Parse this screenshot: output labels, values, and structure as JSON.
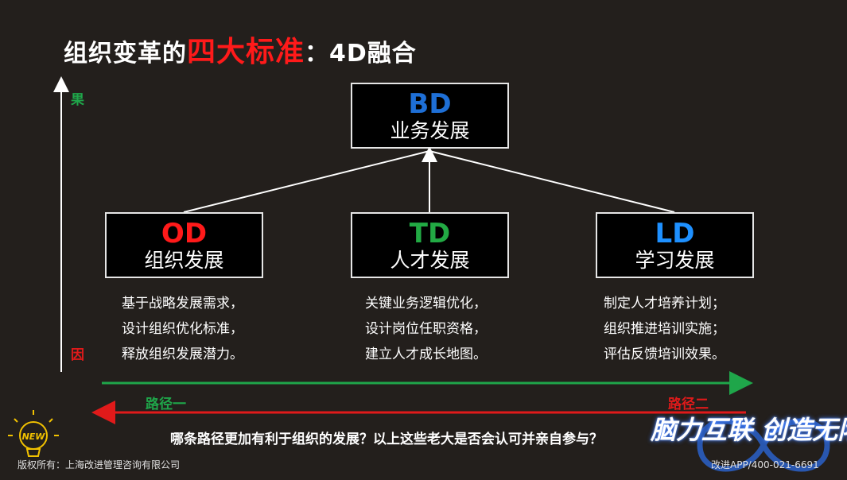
{
  "title": {
    "prefix": "组织变革的",
    "highlight": "四大标准",
    "suffix": "：4D融合"
  },
  "axis": {
    "top_label": "果",
    "bottom_label": "因"
  },
  "boxes": {
    "bd": {
      "code": "BD",
      "name": "业务发展",
      "color": "#1e6fd6"
    },
    "od": {
      "code": "OD",
      "name": "组织发展",
      "color": "#ff1a1a"
    },
    "td": {
      "code": "TD",
      "name": "人才发展",
      "color": "#22aa44"
    },
    "ld": {
      "code": "LD",
      "name": "学习发展",
      "color": "#1e90ff"
    }
  },
  "descriptions": {
    "od": [
      "基于战略发展需求，",
      "设计组织优化标准，",
      "释放组织发展潜力。"
    ],
    "td": [
      "关键业务逻辑优化，",
      "设计岗位任职资格，",
      "建立人才成长地图。"
    ],
    "ld": [
      "制定人才培养计划；",
      "组织推进培训实施；",
      "评估反馈培训效果。"
    ]
  },
  "paths": {
    "path1": {
      "label": "路径一",
      "color": "#1fa64a"
    },
    "path2": {
      "label": "路径二",
      "color": "#e01a1a"
    }
  },
  "question": "哪条路径更加有利于组织的发展？以上这些老大是否会认可并亲自参与？",
  "footer": {
    "copyright": "版权所有：上海改进管理咨询有限公司",
    "contact": "改进APP/400-021-6691"
  },
  "logo": {
    "bulb_text": "NEW",
    "slogan": "脑力互联 创造无限"
  }
}
